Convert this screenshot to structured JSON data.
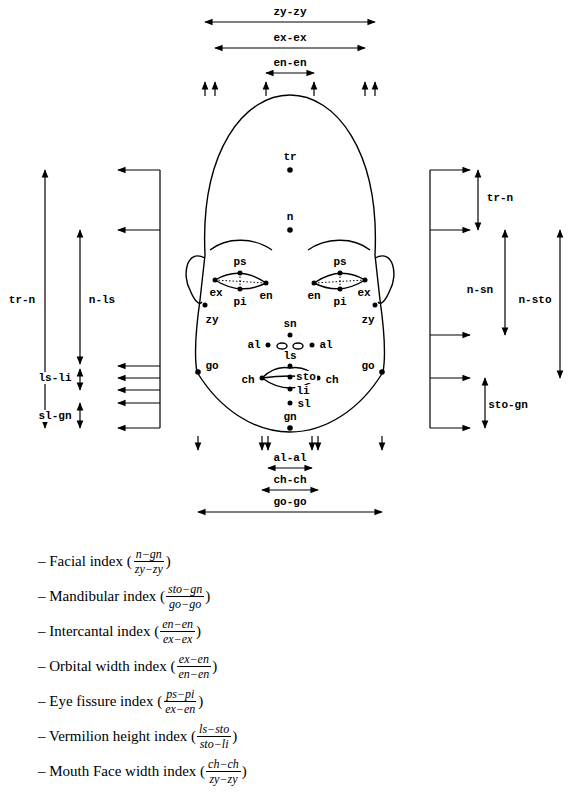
{
  "diagram": {
    "labels": [
      "zy-zy",
      "ex-ex",
      "en-en",
      "tr",
      "n",
      "ps",
      "ps",
      "ex",
      "pi",
      "en",
      "en",
      "pi",
      "ex",
      "zy",
      "zy",
      "sn",
      "al",
      "al",
      "ls",
      "ch",
      "sto",
      "ch",
      "li",
      "sl",
      "go",
      "go",
      "gn",
      "tr-n",
      "n-ls",
      "ls-li",
      "sl-gn",
      "tr-n",
      "n-sn",
      "n-sto",
      "sto-gn",
      "al-al",
      "ch-ch",
      "go-go",
      "– Facial index (",
      "n−gn",
      "zy−zy",
      ")",
      "– Mandibular index (",
      "sto−gn",
      "go−go",
      ")",
      "– Intercantal index (",
      "en−en",
      "ex−ex",
      ")",
      "– Orbital width index (",
      "ex−en",
      "en−en",
      ")",
      "– Eye fissure index (",
      "ps−pi",
      "ex−en",
      ")",
      "– Vermilion height index (",
      "ls−sto",
      "sto−li",
      ")",
      "– Mouth Face width index (",
      "ch−ch",
      "zy−zy",
      ")"
    ]
  }
}
